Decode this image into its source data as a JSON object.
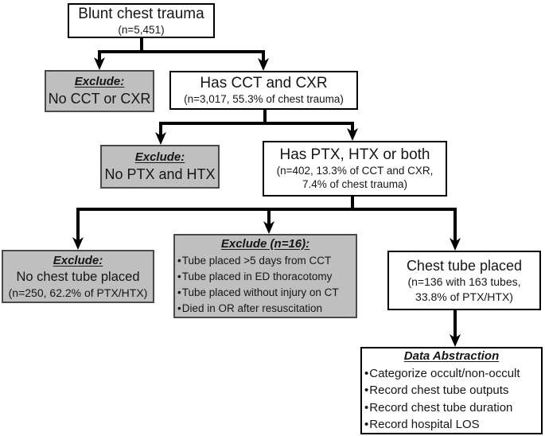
{
  "colors": {
    "gray_box_fill": "#bfbfbf",
    "box_border": "#000000",
    "arrow": "#000000"
  },
  "ui": {
    "bullet": "•"
  },
  "boxes": {
    "blunt_chest_trauma": {
      "title": "Blunt chest trauma",
      "count": "(n=5,451)"
    },
    "exclude_no_cct_or_cxr": {
      "heading": "Exclude:",
      "body": "No CCT or CXR"
    },
    "has_cct_and_cxr": {
      "title": "Has CCT and CXR",
      "count": "(n=3,017, 55.3% of chest trauma)"
    },
    "exclude_no_ptx_and_htx": {
      "heading": "Exclude:",
      "body": "No PTX and HTX"
    },
    "has_ptx_htx_or_both": {
      "title": "Has PTX, HTX or both",
      "count_lines": [
        "(n=402, 13.3% of CCT and CXR,",
        "7.4% of chest trauma)"
      ]
    },
    "exclude_no_chest_tube_placed": {
      "heading": "Exclude:",
      "body": "No chest tube placed",
      "count": "(n=250, 62.2% of PTX/HTX)"
    },
    "exclude_n16": {
      "heading": "Exclude (n=16):",
      "bullets": [
        "Tube placed >5 days from CCT",
        "Tube placed in ED thoracotomy",
        "Tube placed without injury on CT",
        "Died in OR after resuscitation"
      ]
    },
    "chest_tube_placed": {
      "title": "Chest tube placed",
      "count_lines": [
        "(n=136 with 163 tubes,",
        "33.8% of PTX/HTX)"
      ]
    },
    "data_abstraction": {
      "heading": "Data Abstraction",
      "bullets": [
        "Categorize occult/non-occult",
        "Record chest tube outputs",
        "Record chest tube duration",
        "Record hospital LOS"
      ]
    }
  }
}
